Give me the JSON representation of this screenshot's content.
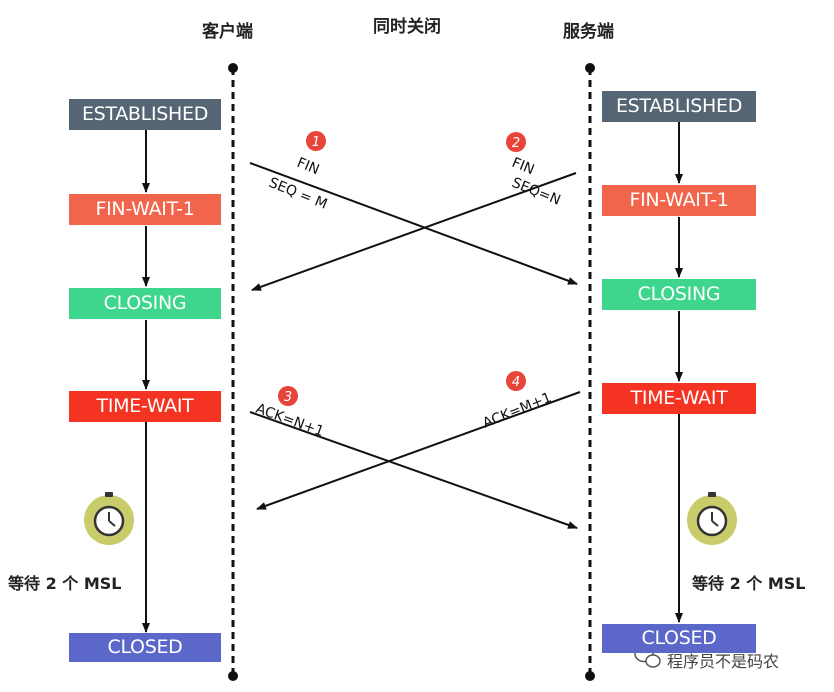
{
  "titles": {
    "client": "客户端",
    "center": "同时关闭",
    "server": "服务端"
  },
  "client_states": [
    "ESTABLISHED",
    "FIN-WAIT-1",
    "CLOSING",
    "TIME-WAIT",
    "CLOSED"
  ],
  "server_states": [
    "ESTABLISHED",
    "FIN-WAIT-1",
    "CLOSING",
    "TIME-WAIT",
    "CLOSED"
  ],
  "messages": {
    "m1": {
      "num": "1",
      "line1": "FIN",
      "line2": "SEQ = M"
    },
    "m2": {
      "num": "2",
      "line1": "FIN",
      "line2": "SEQ=N"
    },
    "m3": {
      "num": "3",
      "text": "ACK=N+1"
    },
    "m4": {
      "num": "4",
      "text": "ACK=M+1"
    }
  },
  "wait_label": "等待 2 个 MSL",
  "watermark": "程序员不是码农",
  "colors": {
    "established": "#566573",
    "fin_wait": "#F1654C",
    "closing": "#3DD68C",
    "time_wait": "#F53322",
    "closed": "#5B67C9",
    "badge": "#E7453A"
  }
}
